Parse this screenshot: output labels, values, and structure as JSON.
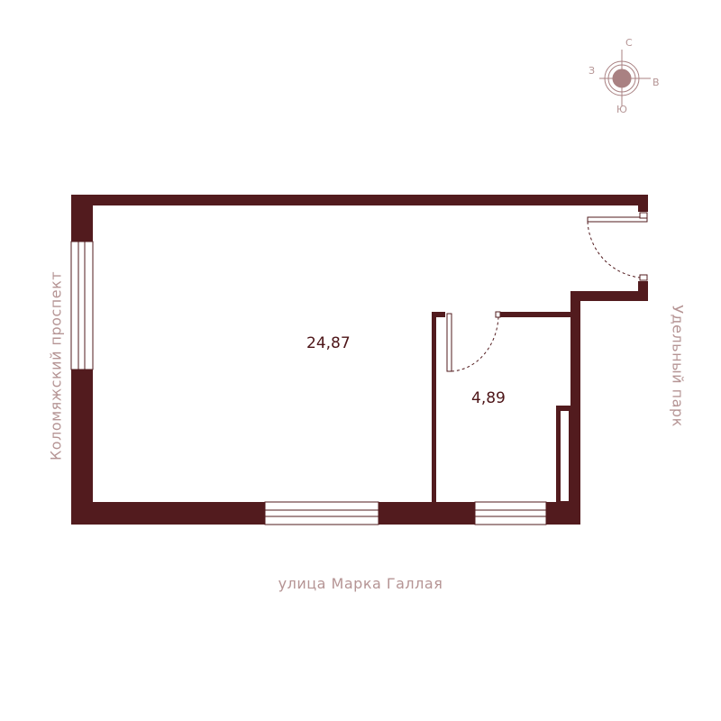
{
  "colors": {
    "wall": "#521b1e",
    "label": "#b59494",
    "area_text": "#4d1518",
    "compass": "#a98182"
  },
  "compass": {
    "north": "С",
    "south": "Ю",
    "east": "В",
    "west": "З"
  },
  "rooms": [
    {
      "area": "24,87"
    },
    {
      "area": "4,89"
    }
  ],
  "streets": {
    "bottom": "улица Марка Галлая",
    "left": "Коломяжский проспект",
    "right": "Удельный парк"
  }
}
